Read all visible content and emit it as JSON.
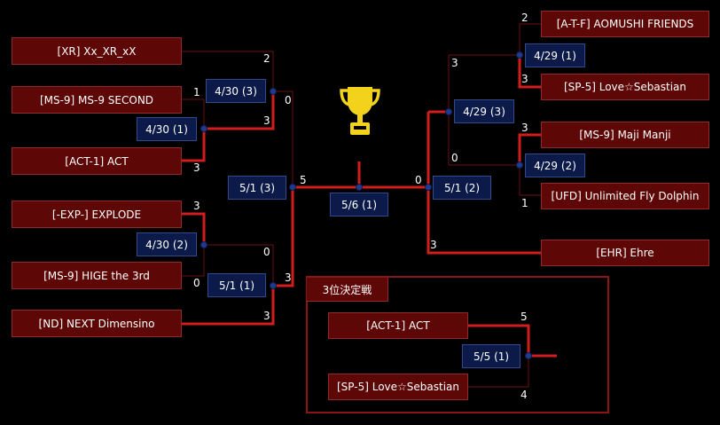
{
  "colors": {
    "background": "#000000",
    "team_box": "#5e0707",
    "match_box": "#0b1a48",
    "winner_line": "#d21d1d",
    "loser_line": "#6b1111",
    "node": "#1f3a8f",
    "trophy": "#f2d21a"
  },
  "icons": {
    "trophy": "trophy-icon"
  },
  "teams": {
    "xr": "[XR] Xx_XR_xX",
    "ms9_second": "[MS-9] MS-9 SECOND",
    "act1_left": "[ACT-1] ACT",
    "exp": "[-EXP-]  EXPLODE",
    "ms9_hige": "[MS-9] HIGE the 3rd",
    "nd": "[ND] NEXT Dimensino",
    "atf": "[A-T-F] AOMUSHI FRIENDS",
    "sp5_right": "[SP-5] Love☆Sebastian",
    "ms9_maji": "[MS-9] Maji Manji",
    "ufd": "[UFD] Unlimited Fly Dolphin",
    "ehr": "[EHR] Ehre",
    "act1_third": "[ACT-1] ACT",
    "sp5_third": "[SP-5] Love☆Sebastian"
  },
  "matches": {
    "m430_1": "4/30 (1)",
    "m430_3": "4/30 (3)",
    "m430_2": "4/30 (2)",
    "m51_1": "5/1 (1)",
    "m51_3": "5/1 (3)",
    "m56_1": "5/6 (1)",
    "m51_2": "5/1 (2)",
    "m429_3": "4/29 (3)",
    "m429_1": "4/29 (1)",
    "m429_2": "4/29 (2)",
    "m55_1": "5/5 (1)"
  },
  "scores": {
    "xr": "2",
    "ms9_second": "1",
    "act1_r1": "3",
    "m430_1_winner": "3",
    "m430_3_out": "0",
    "exp": "3",
    "ms9_hige": "0",
    "m430_2_winner": "0",
    "nd": "3",
    "m51_1_out": "3",
    "m51_3_out": "5",
    "m51_2_out": "0",
    "atf": "2",
    "sp5": "3",
    "m429_1_out": "3",
    "ms9_maji": "3",
    "m429_2_out": "0",
    "ufd": "1",
    "ehr": "3",
    "third_act": "5",
    "third_sp5": "4"
  },
  "third_place": {
    "title": "3位決定戦"
  }
}
